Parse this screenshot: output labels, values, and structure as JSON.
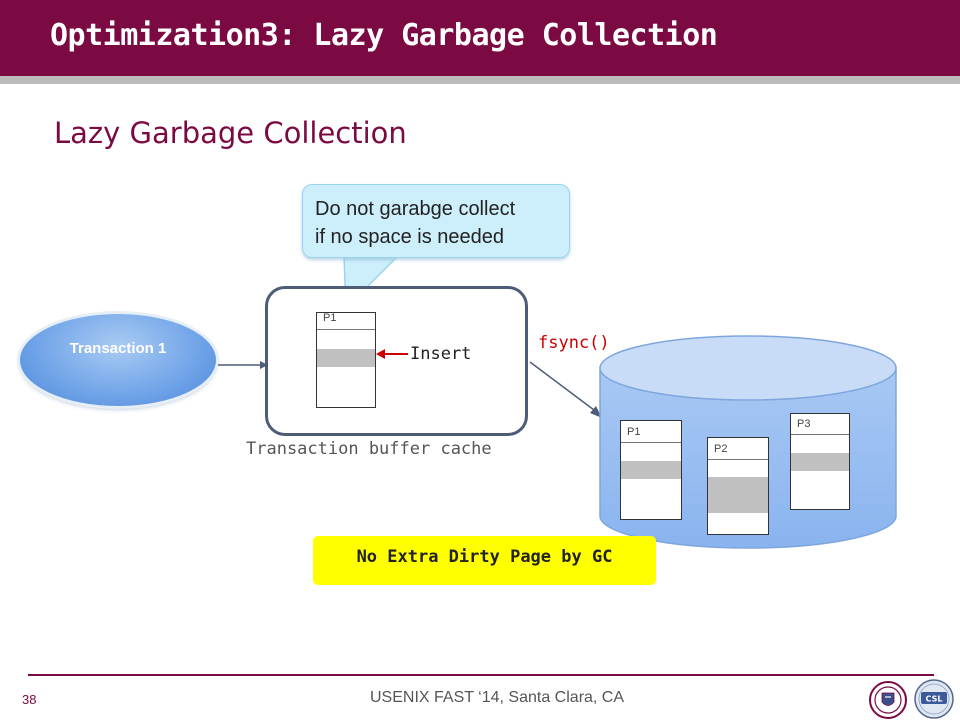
{
  "header": {
    "title": "Optimization3: Lazy Garbage Collection",
    "color": "#7b0a43"
  },
  "subtitle": "Lazy Garbage Collection",
  "callout": {
    "lines": [
      "Do not garabge collect",
      "if no space is needed"
    ]
  },
  "diagram": {
    "transaction_label": "Transaction 1",
    "insert_label": "Insert",
    "cache_label": "Transaction buffer cache",
    "fsync_label": "fsync()",
    "cache_page_label": "P1",
    "disk_pages": [
      {
        "label": "P1"
      },
      {
        "label": "P2"
      },
      {
        "label": "P3"
      }
    ]
  },
  "highlight": "No Extra Dirty Page by GC",
  "footer": {
    "page_number": "38",
    "text": "USENIX FAST ‘14, Santa Clara, CA",
    "logos": [
      "university-seal-icon",
      "university-emblem-icon"
    ]
  },
  "colors": {
    "header_bg": "#7b0a43",
    "accent_text": "#7b0a43",
    "arrow_red": "#cc0000",
    "highlight_bg": "#ffff00",
    "cylinder_fill": "#a8c8f4"
  }
}
